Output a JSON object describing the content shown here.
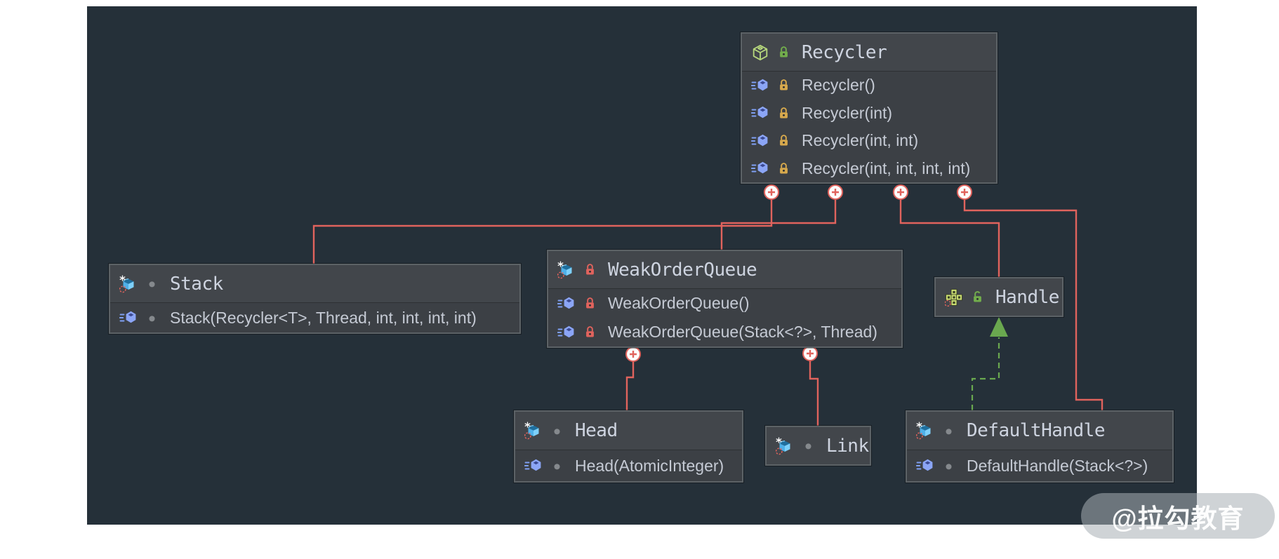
{
  "colors": {
    "canvas_background": "#253039",
    "page_background": "#ffffff",
    "node_fill": "#3c4045",
    "node_header_fill": "#42464b",
    "node_border": "#5c6266",
    "association_red": "#e0635d",
    "realization_green": "#6aa84f",
    "title_text": "#ced4e0",
    "member_text": "#c5cad4",
    "lock_yellow": "#d7a94d",
    "lock_red": "#e0635d",
    "lock_green": "#72ad4c",
    "visibility_dot_gray": "#85898d"
  },
  "classes": {
    "recycler": {
      "title": "Recycler",
      "kind": "class",
      "title_icon": "class-icon",
      "title_visibility_icon": "green-lock-icon",
      "member_icon": "method-icon",
      "member_visibility_icon": "yellow-lock-icon",
      "methods": [
        "Recycler()",
        "Recycler(int)",
        "Recycler(int, int)",
        "Recycler(int, int, int, int)"
      ]
    },
    "stack": {
      "title": "Stack",
      "kind": "static-nested-class",
      "title_icon": "static-class-icon",
      "title_visibility_icon": "gray-dot-icon",
      "member_icon": "method-icon",
      "member_visibility_icon": "gray-dot-icon",
      "methods": [
        "Stack(Recycler<T>, Thread, int, int, int, int)"
      ]
    },
    "weakOrderQueue": {
      "title": "WeakOrderQueue",
      "kind": "static-nested-class",
      "title_icon": "static-class-icon",
      "title_visibility_icon": "red-lock-icon",
      "member_icon": "method-icon",
      "member_visibility_icon": "red-lock-icon",
      "methods": [
        "WeakOrderQueue()",
        "WeakOrderQueue(Stack<?>, Thread)"
      ]
    },
    "head": {
      "title": "Head",
      "kind": "static-nested-class",
      "title_icon": "static-class-icon",
      "title_visibility_icon": "gray-dot-icon",
      "member_icon": "method-icon",
      "member_visibility_icon": "gray-dot-icon",
      "methods": [
        "Head(AtomicInteger)"
      ]
    },
    "link": {
      "title": "Link",
      "kind": "static-nested-class",
      "title_icon": "static-class-icon",
      "title_visibility_icon": "gray-dot-icon",
      "methods": []
    },
    "handle": {
      "title": "Handle",
      "kind": "interface",
      "title_icon": "interface-icon",
      "title_visibility_icon": "green-open-lock-icon",
      "methods": []
    },
    "defaultHandle": {
      "title": "DefaultHandle",
      "kind": "static-nested-class",
      "title_icon": "static-class-icon",
      "title_visibility_icon": "gray-dot-icon",
      "member_icon": "method-icon",
      "member_visibility_icon": "gray-dot-icon",
      "methods": [
        "DefaultHandle(Stack<?>)"
      ]
    }
  },
  "relationships": [
    {
      "from": "Recycler",
      "to": "Stack",
      "type": "association",
      "color": "red",
      "style": "solid"
    },
    {
      "from": "Recycler",
      "to": "WeakOrderQueue",
      "type": "association",
      "color": "red",
      "style": "solid"
    },
    {
      "from": "Recycler",
      "to": "Handle",
      "type": "association",
      "color": "red",
      "style": "solid"
    },
    {
      "from": "Recycler",
      "to": "DefaultHandle",
      "type": "association",
      "color": "red",
      "style": "solid"
    },
    {
      "from": "WeakOrderQueue",
      "to": "Head",
      "type": "association",
      "color": "red",
      "style": "solid"
    },
    {
      "from": "WeakOrderQueue",
      "to": "Link",
      "type": "association",
      "color": "red",
      "style": "solid"
    },
    {
      "from": "DefaultHandle",
      "to": "Handle",
      "type": "realization",
      "color": "green",
      "style": "dashed-arrow"
    }
  ],
  "watermark": {
    "text": "@拉勾教育"
  }
}
